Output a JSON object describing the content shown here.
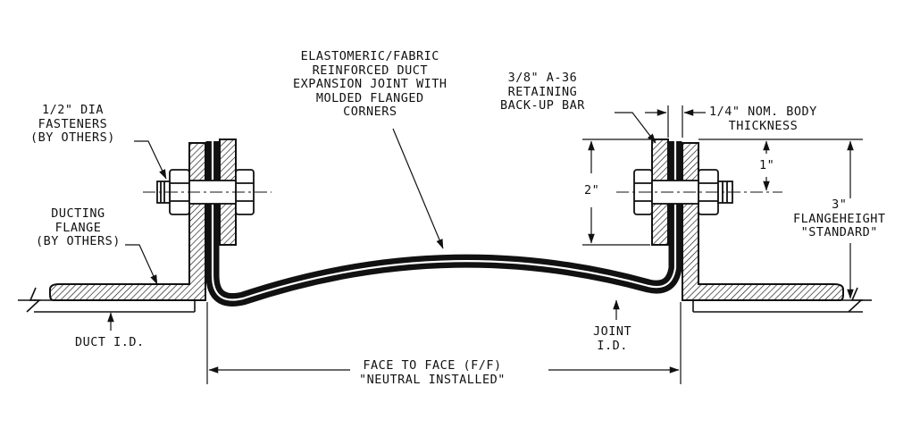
{
  "diagram": {
    "labels": {
      "fasteners": [
        "1/2\" DIA",
        "FASTENERS",
        "(BY OTHERS)"
      ],
      "ducting_flange": [
        "DUCTING",
        "FLANGE",
        "(BY OTHERS)"
      ],
      "duct_id": "DUCT I.D.",
      "expansion_joint": [
        "ELASTOMERIC/FABRIC",
        "REINFORCED DUCT",
        "EXPANSION JOINT WITH",
        "MOLDED FLANGED",
        "CORNERS"
      ],
      "backup_bar": [
        "3/8\" A-36",
        "RETAINING",
        "BACK-UP BAR"
      ],
      "body_thickness": [
        "1/4\" NOM. BODY",
        "THICKNESS"
      ],
      "dim_2in": "2\"",
      "dim_1in": "1\"",
      "flange_height": [
        "3\"",
        "FLANGEHEIGHT",
        "\"STANDARD\""
      ],
      "joint_id": [
        "JOINT",
        "I.D."
      ],
      "face_to_face": [
        "FACE TO FACE (F/F)",
        "\"NEUTRAL INSTALLED\""
      ]
    }
  }
}
